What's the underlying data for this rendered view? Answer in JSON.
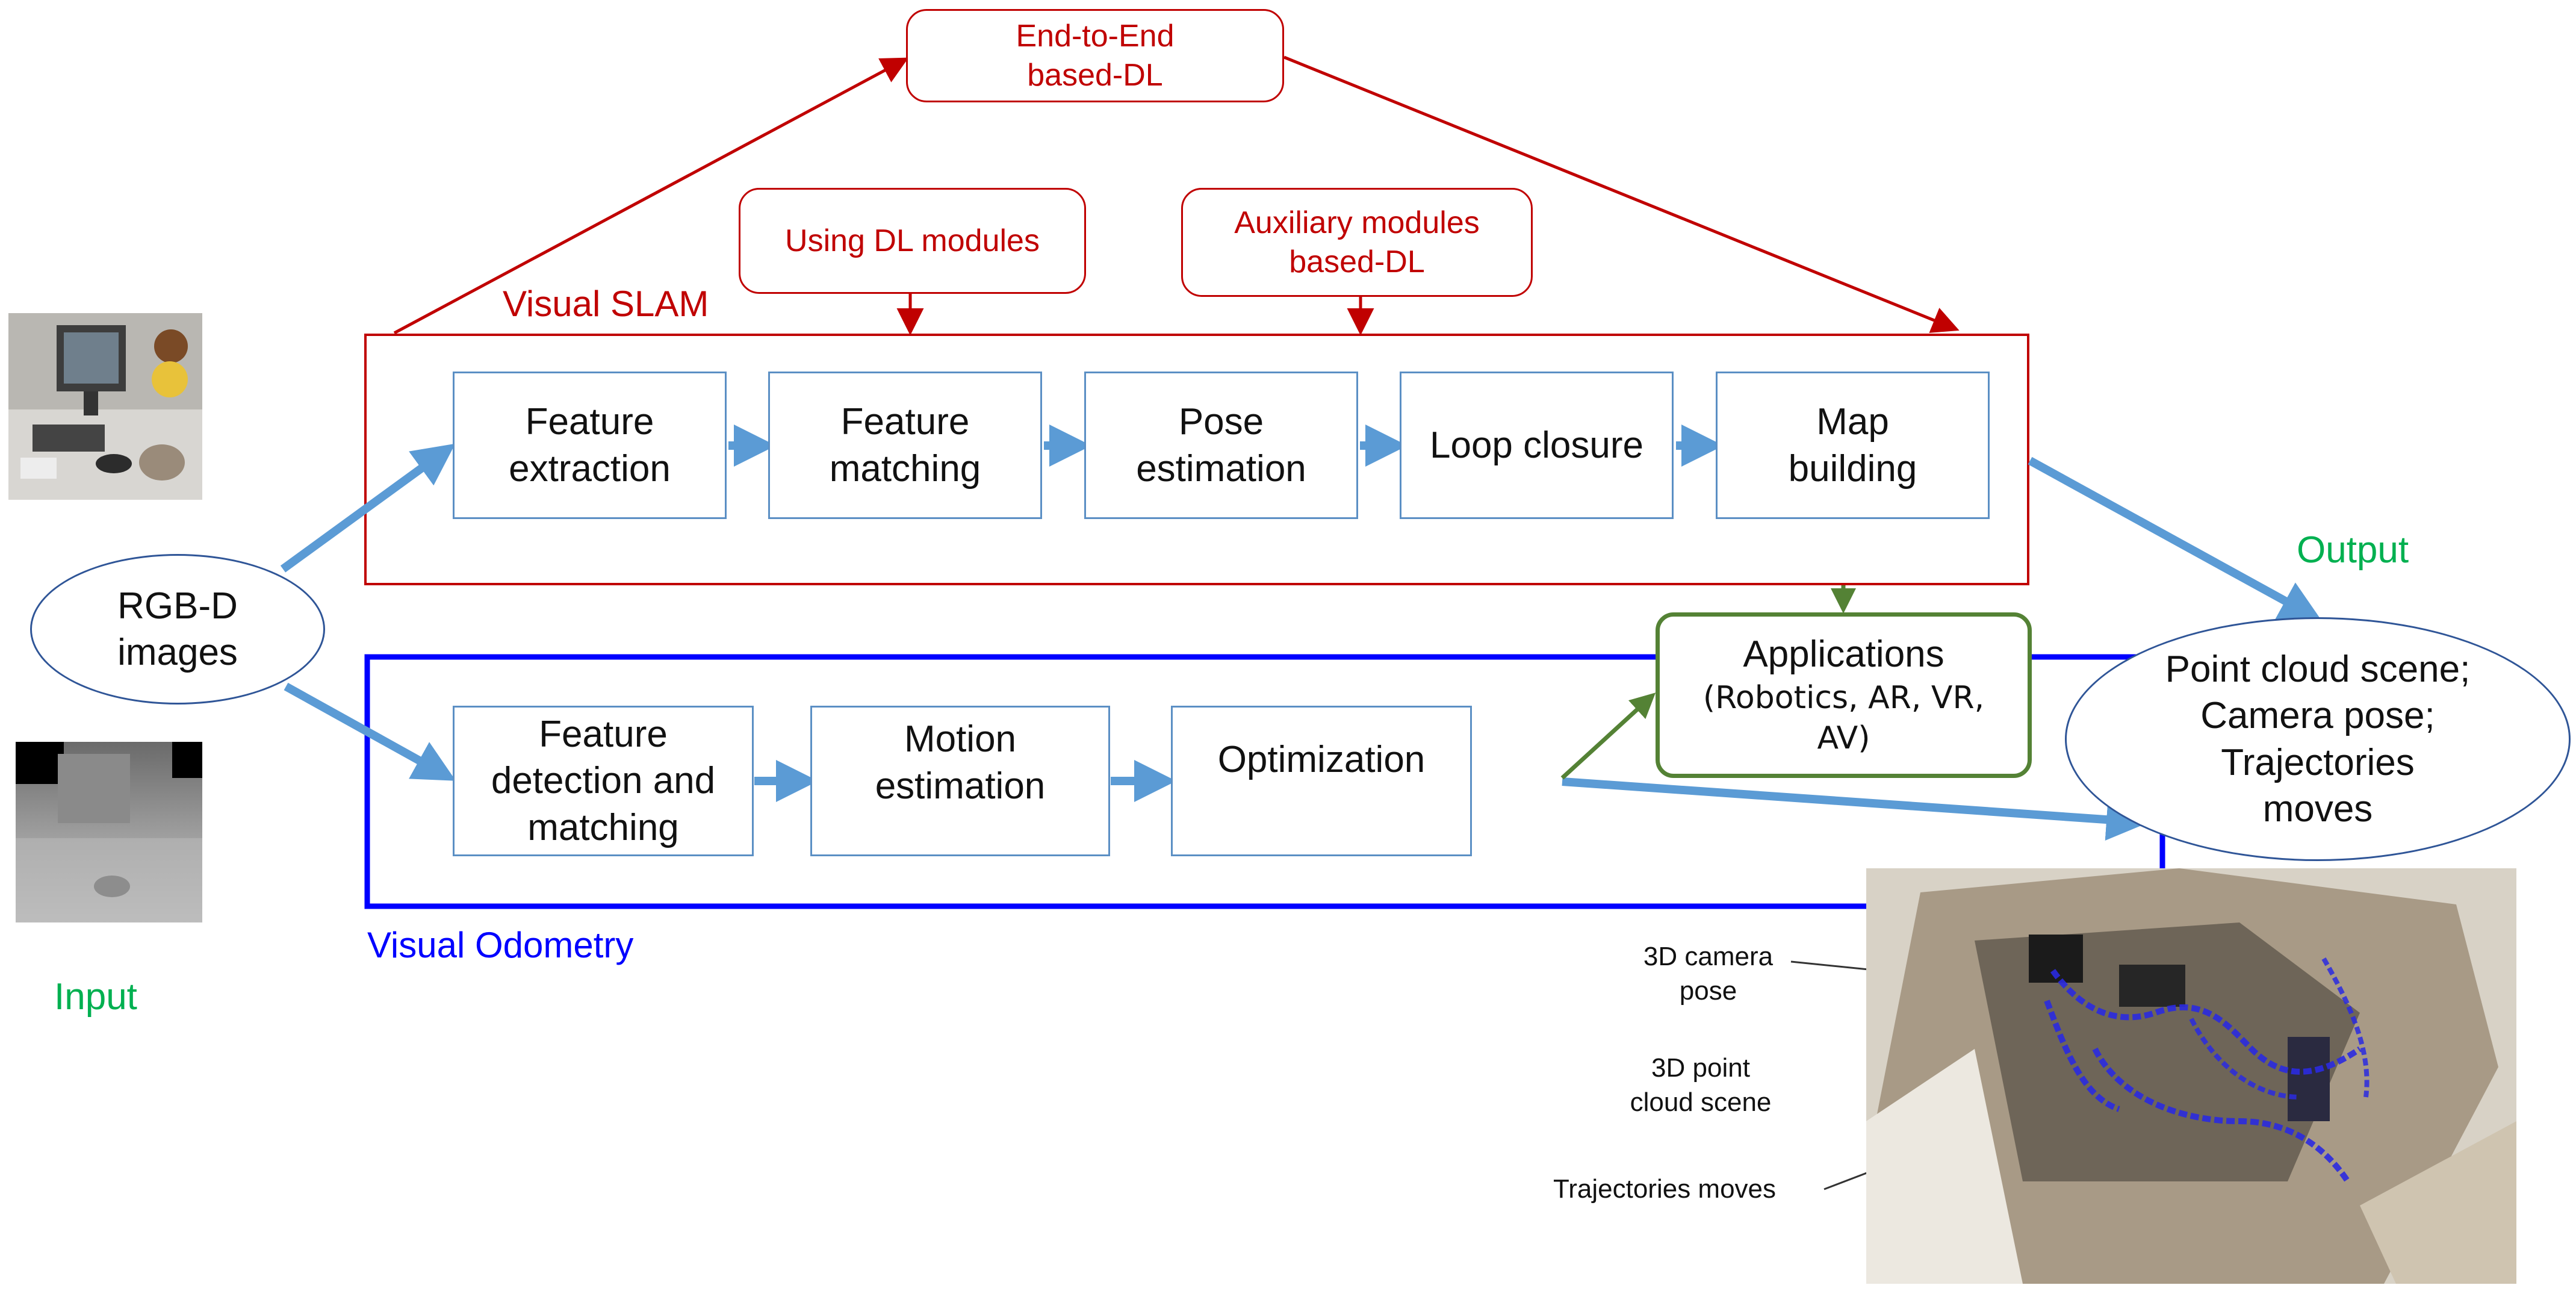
{
  "input": {
    "ellipse_label": "RGB-D\nimages",
    "caption": "Input"
  },
  "end_to_end": {
    "label": "End-to-End\nbased-DL"
  },
  "using_dl": {
    "label": "Using DL modules"
  },
  "auxiliary": {
    "label": "Auxiliary  modules\nbased-DL"
  },
  "visual_slam": {
    "title": "Visual SLAM",
    "steps": [
      "Feature\nextraction",
      "Feature\nmatching",
      "Pose\nestimation",
      "Loop closure",
      "Map\nbuilding"
    ]
  },
  "visual_odometry": {
    "title": "Visual Odometry",
    "steps": [
      "Feature\ndetection and\nmatching",
      "Motion\nestimation",
      "Optimization"
    ]
  },
  "applications": {
    "title": "Applications",
    "detail": "(Robotics, AR, VR,\nAV)"
  },
  "output": {
    "caption": "Output",
    "ellipse_label": "Point cloud scene;\nCamera pose;\nTrajectories\nmoves"
  },
  "scene_labels": {
    "camera_pose": "3D camera\npose",
    "point_cloud": "3D point\ncloud scene",
    "trajectories": "Trajectories moves"
  },
  "colors": {
    "red": "#c00000",
    "blue_frame": "#0000ff",
    "arrow_blue": "#5b9bd5",
    "green": "#548235",
    "caption_green": "#00b050"
  }
}
